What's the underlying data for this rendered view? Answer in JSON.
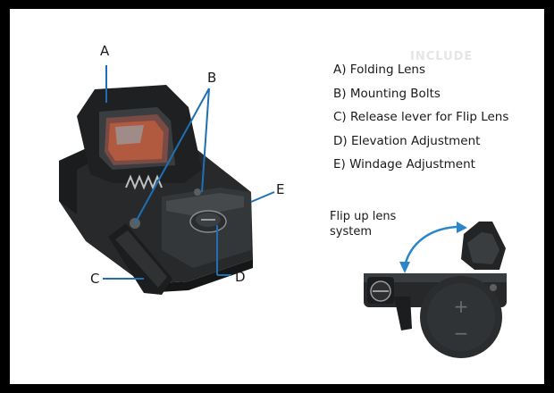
{
  "callouts": {
    "a": "A",
    "b": "B",
    "c": "C",
    "d": "D",
    "e": "E"
  },
  "legend": [
    "A) Folding Lens",
    "B) Mounting Bolts",
    "C) Release lever for Flip Lens",
    "D) Elevation Adjustment",
    "E) Windage Adjustment"
  ],
  "flip_caption": {
    "line1": "Flip up lens",
    "line2": "system"
  },
  "faded_heading": "INCLUDE",
  "colors": {
    "leader_line": "#1f6fb4",
    "arrow": "#2a86c8",
    "sight_body": "#2b2d2e",
    "lens": "#9b4a3a",
    "frame": "#000000"
  }
}
